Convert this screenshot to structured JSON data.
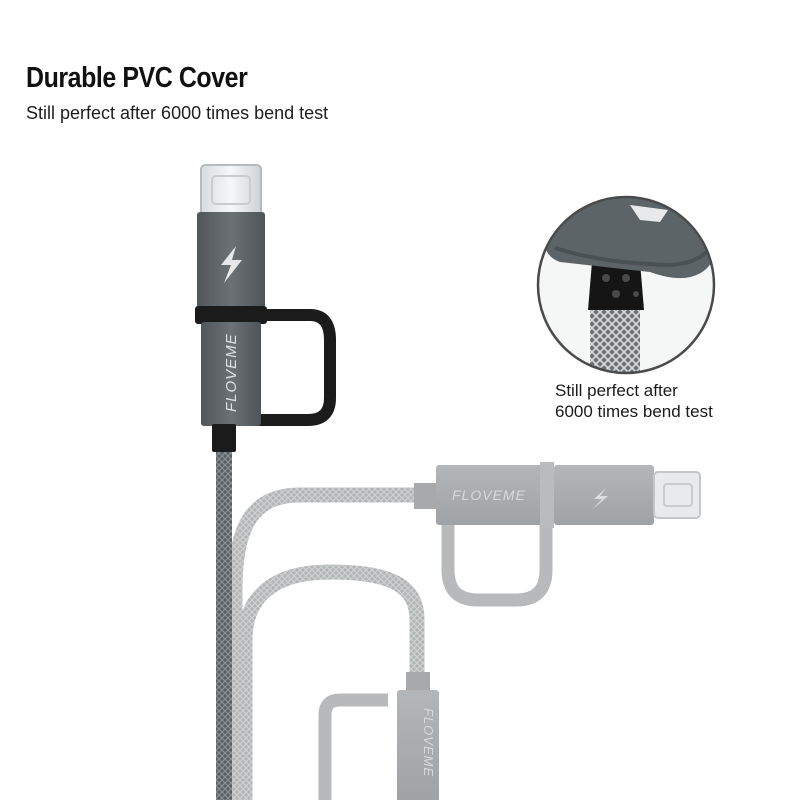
{
  "header": {
    "title": "Durable PVC Cover",
    "subtitle": "Still perfect after 6000 times bend test"
  },
  "callout": {
    "line1": "Still perfect after",
    "line2": "6000 times bend test"
  },
  "brand": {
    "label": "FLOVEME"
  },
  "colors": {
    "housing": "#5e6569",
    "housing_faded": "#a9acae",
    "cable": "#6b6e70",
    "cable_faded": "#b5b7b8",
    "clip": "#1b1b1b"
  }
}
